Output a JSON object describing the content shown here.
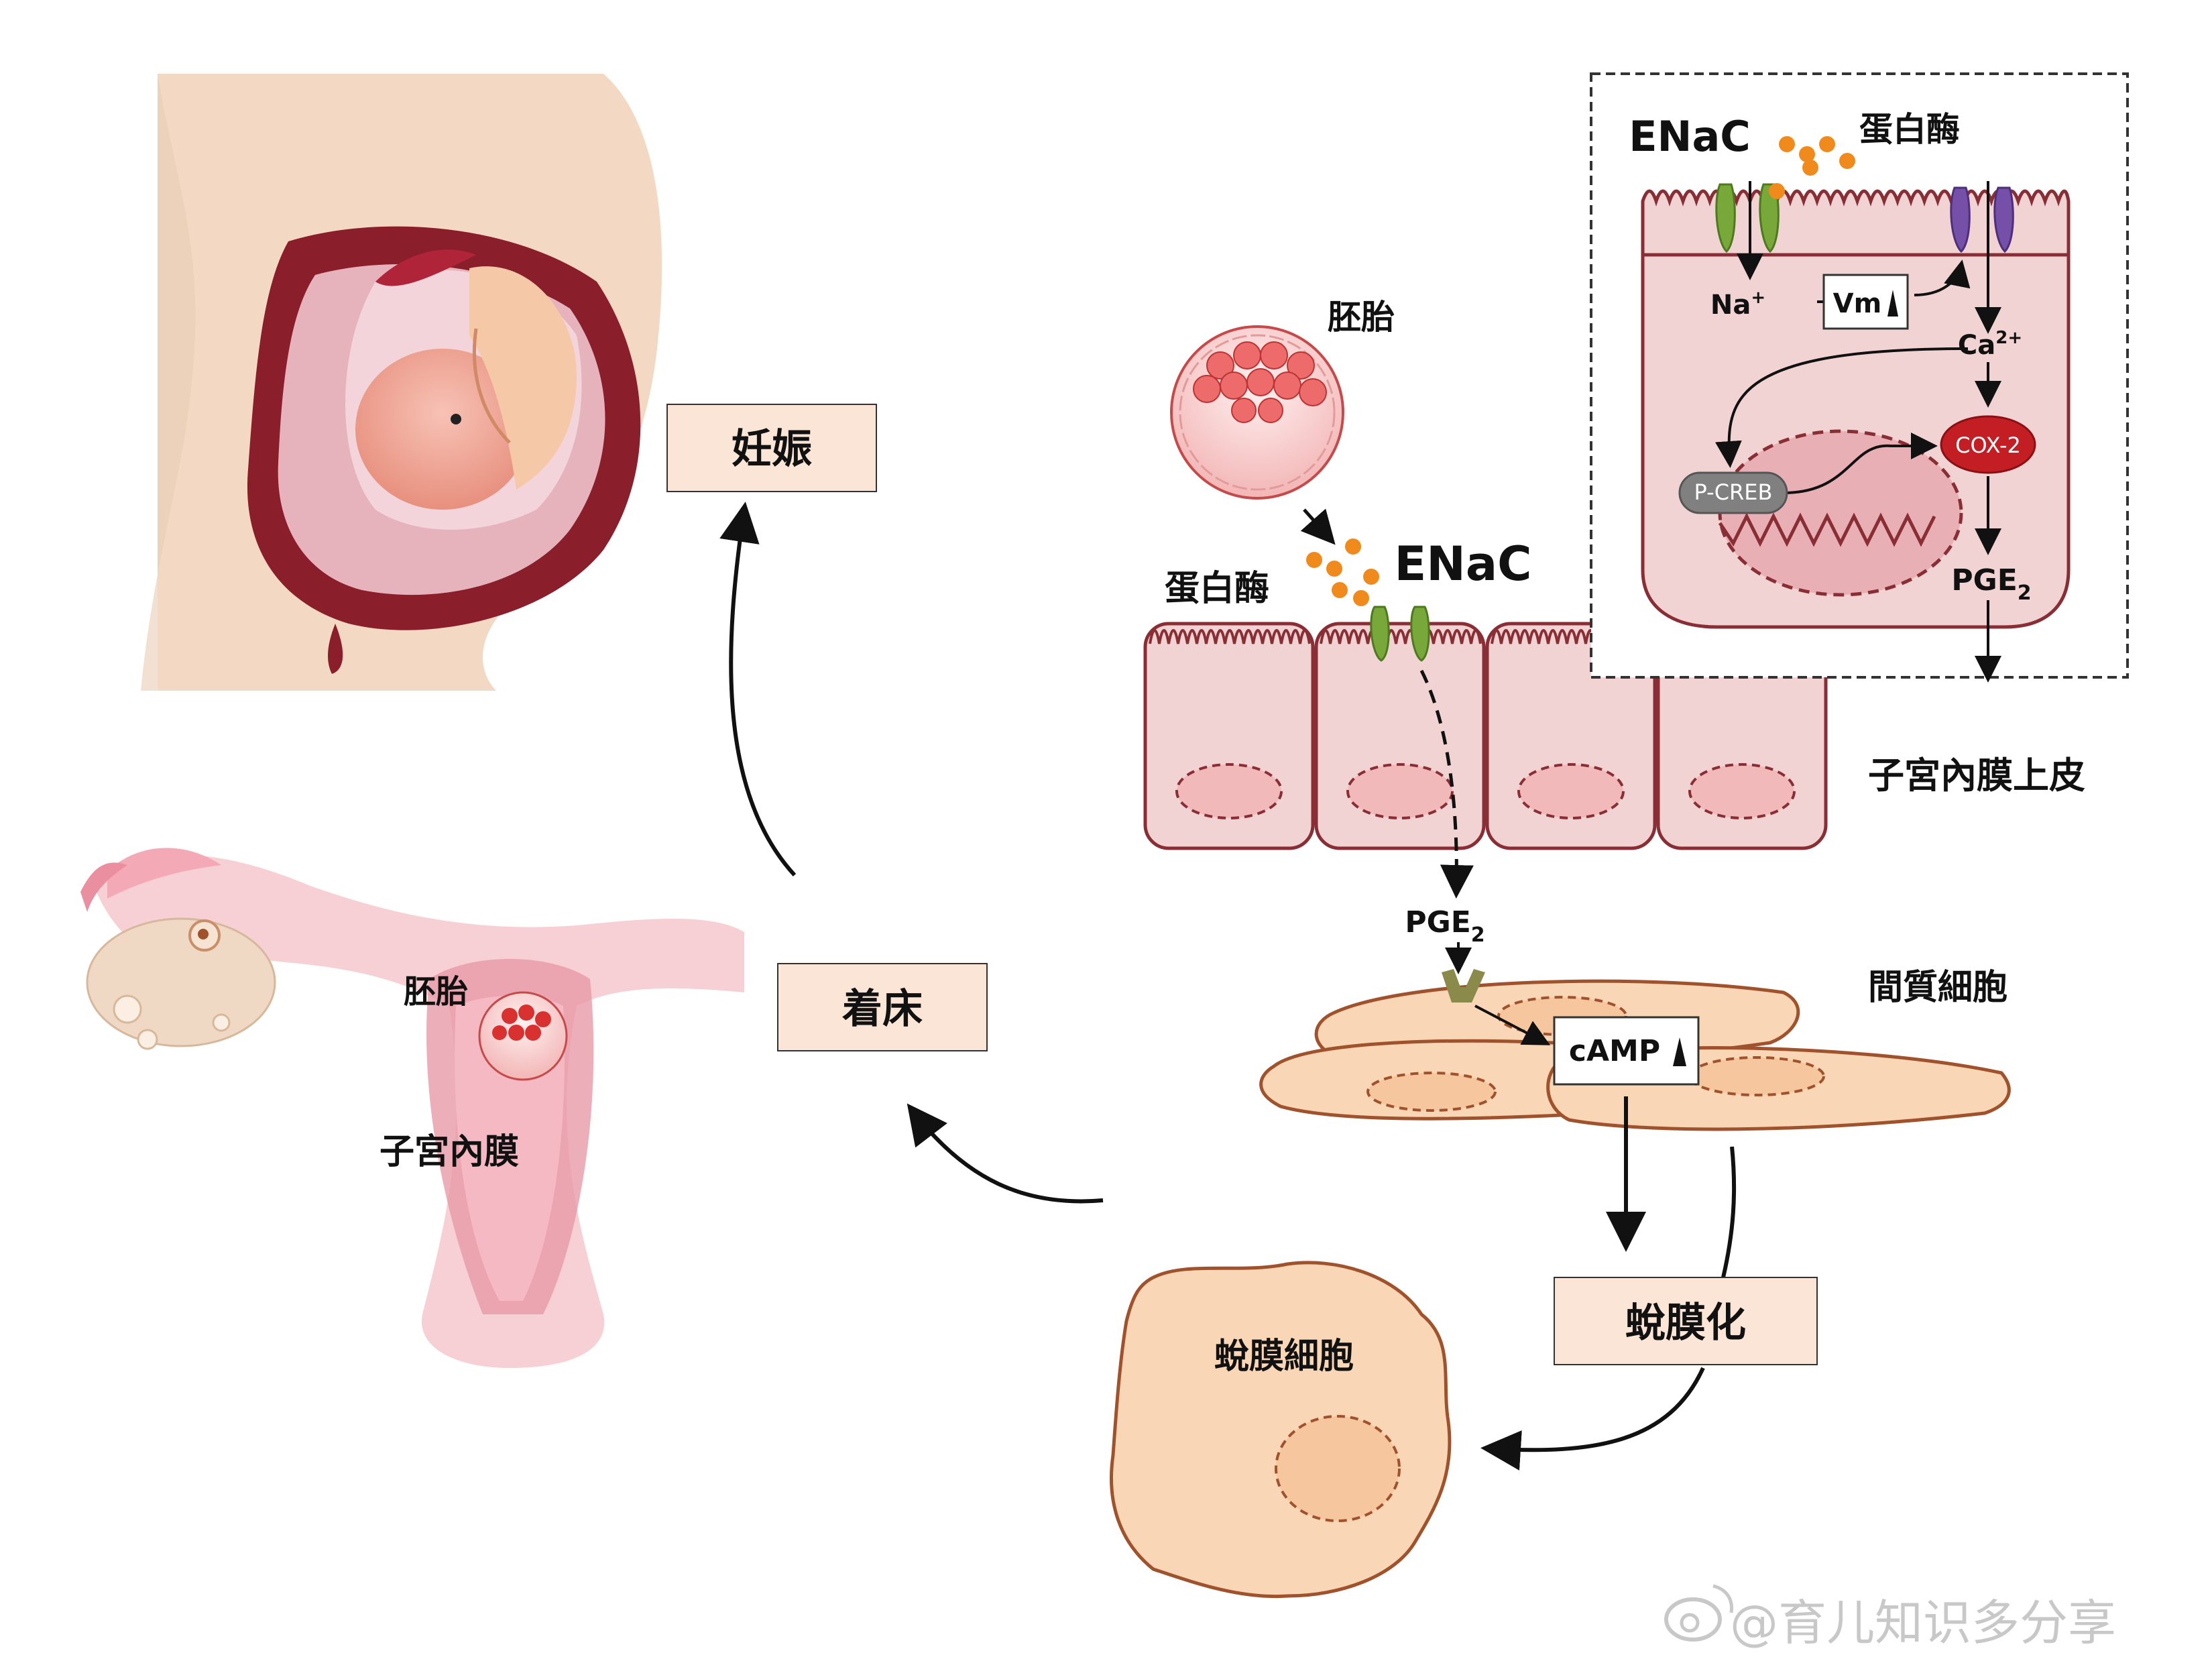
{
  "colors": {
    "cell_fill": "#f1d3d3",
    "cell_stroke": "#8a2e36",
    "stroma_fill": "#f9d7b6",
    "stroma_stroke": "#a0522d",
    "enac_green": "#78a83a",
    "channel_purple": "#7650a8",
    "protease_orange": "#f08a1c",
    "cox2_red": "#c41e25",
    "pcreb_gray": "#808080",
    "box_fill": "#fbe5d6",
    "receptor_olive": "#8a8a4a"
  },
  "labels": {
    "pregnancy": "妊娠",
    "implantation": "着床",
    "decidualization": "蛻膜化",
    "embryo_top": "胚胎",
    "embryo_left": "胚胎",
    "endometrium": "子宮內膜",
    "endometrial_epithelium": "子宮內膜上皮",
    "stromal_cells": "間質細胞",
    "decidual_cell": "蛻膜細胞",
    "protease_main": "蛋白酶",
    "protease_inset": "蛋白酶",
    "enac_main": "ENaC",
    "enac_inset": "ENaC",
    "na": "Na",
    "na_sup": "+",
    "vm": "Vm",
    "ca": "Ca",
    "ca_sup": "2+",
    "cox2": "COX-2",
    "pcreb": "P-CREB",
    "pge2_inset": "PGE",
    "pge2_inset_sub": "2",
    "pge2_main": "PGE",
    "pge2_main_sub": "2",
    "camp": "cAMP"
  },
  "watermark": "@育儿知识多分享",
  "icons": [
    "weibo-logo-icon",
    "up-arrow-icon"
  ]
}
